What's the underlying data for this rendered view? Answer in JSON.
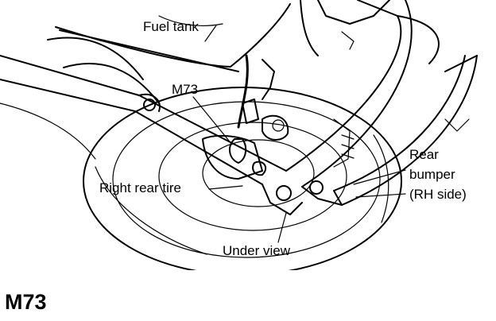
{
  "labels": {
    "fuel_tank": "Fuel tank",
    "connector": "M73",
    "right_rear_tire": "Right rear tire",
    "rear_bumper_line1": "Rear",
    "rear_bumper_line2": "bumper",
    "rear_bumper_line3": "(RH side)",
    "under_view": "Under view"
  },
  "figure_code": "M73"
}
